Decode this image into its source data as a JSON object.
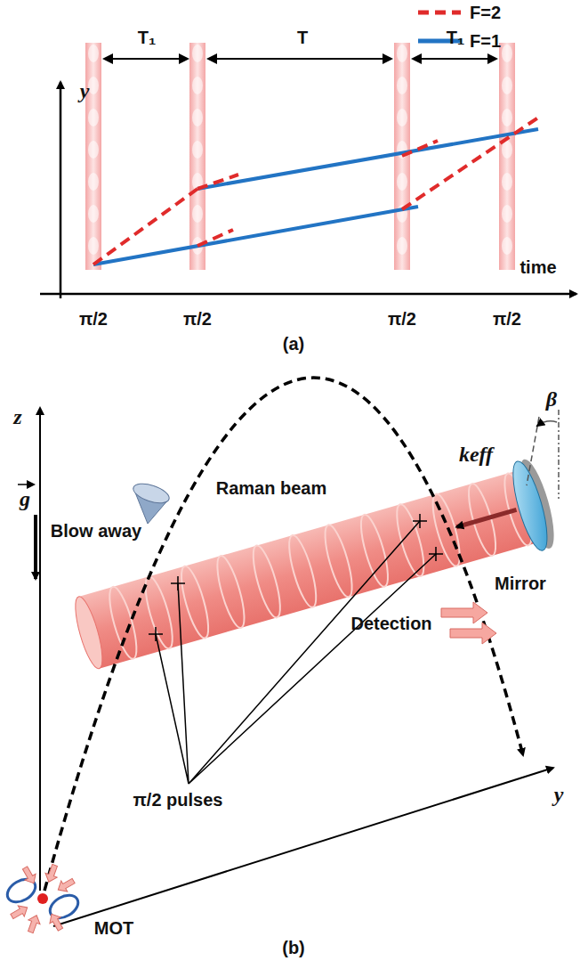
{
  "diagram": {
    "labels": [
      "y",
      "T₁",
      "T",
      "T₁",
      "time",
      "π/2",
      "π/2",
      "π/2",
      "π/2",
      "(a)",
      "z",
      "g",
      "Blow away",
      "Raman beam",
      "β",
      "keff",
      "Mirror",
      "Detection",
      "π/2 pulses",
      "MOT",
      "y",
      "(b)"
    ],
    "legend": [
      {
        "text": "F=2"
      },
      {
        "text": "F=1"
      }
    ]
  }
}
